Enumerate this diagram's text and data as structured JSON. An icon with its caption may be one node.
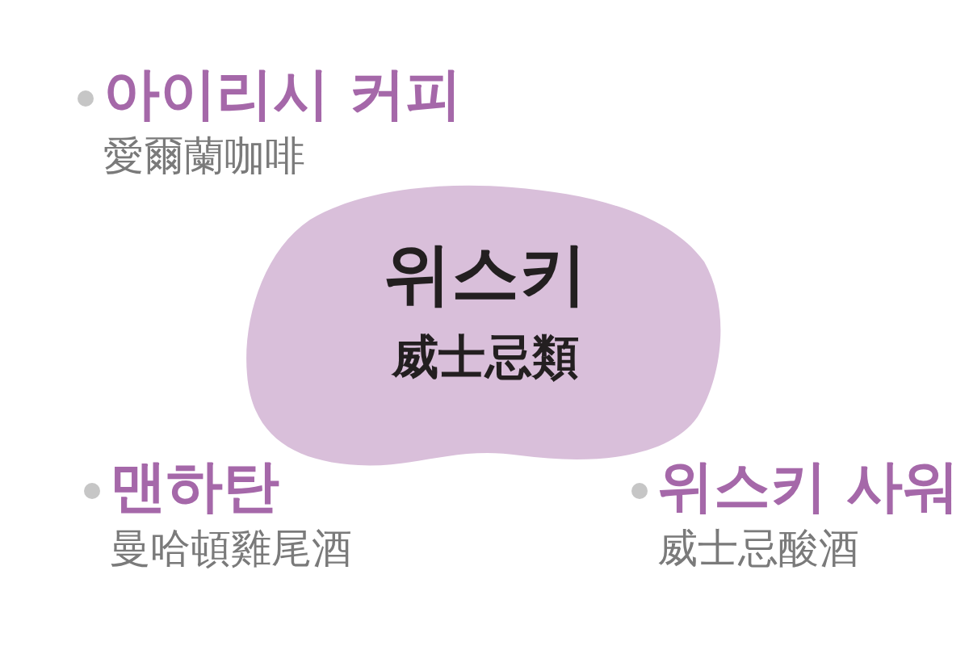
{
  "diagram": {
    "nodes": [
      {
        "text": [
          "위스키",
          "威士忌類"
        ]
      },
      {
        "text": [
          "아이리시 커피",
          "愛爾蘭咖啡"
        ]
      },
      {
        "text": [
          "맨하탄",
          "曼哈頓雞尾酒"
        ]
      },
      {
        "text": [
          "위스키 사워",
          "威士忌酸酒"
        ]
      }
    ]
  }
}
